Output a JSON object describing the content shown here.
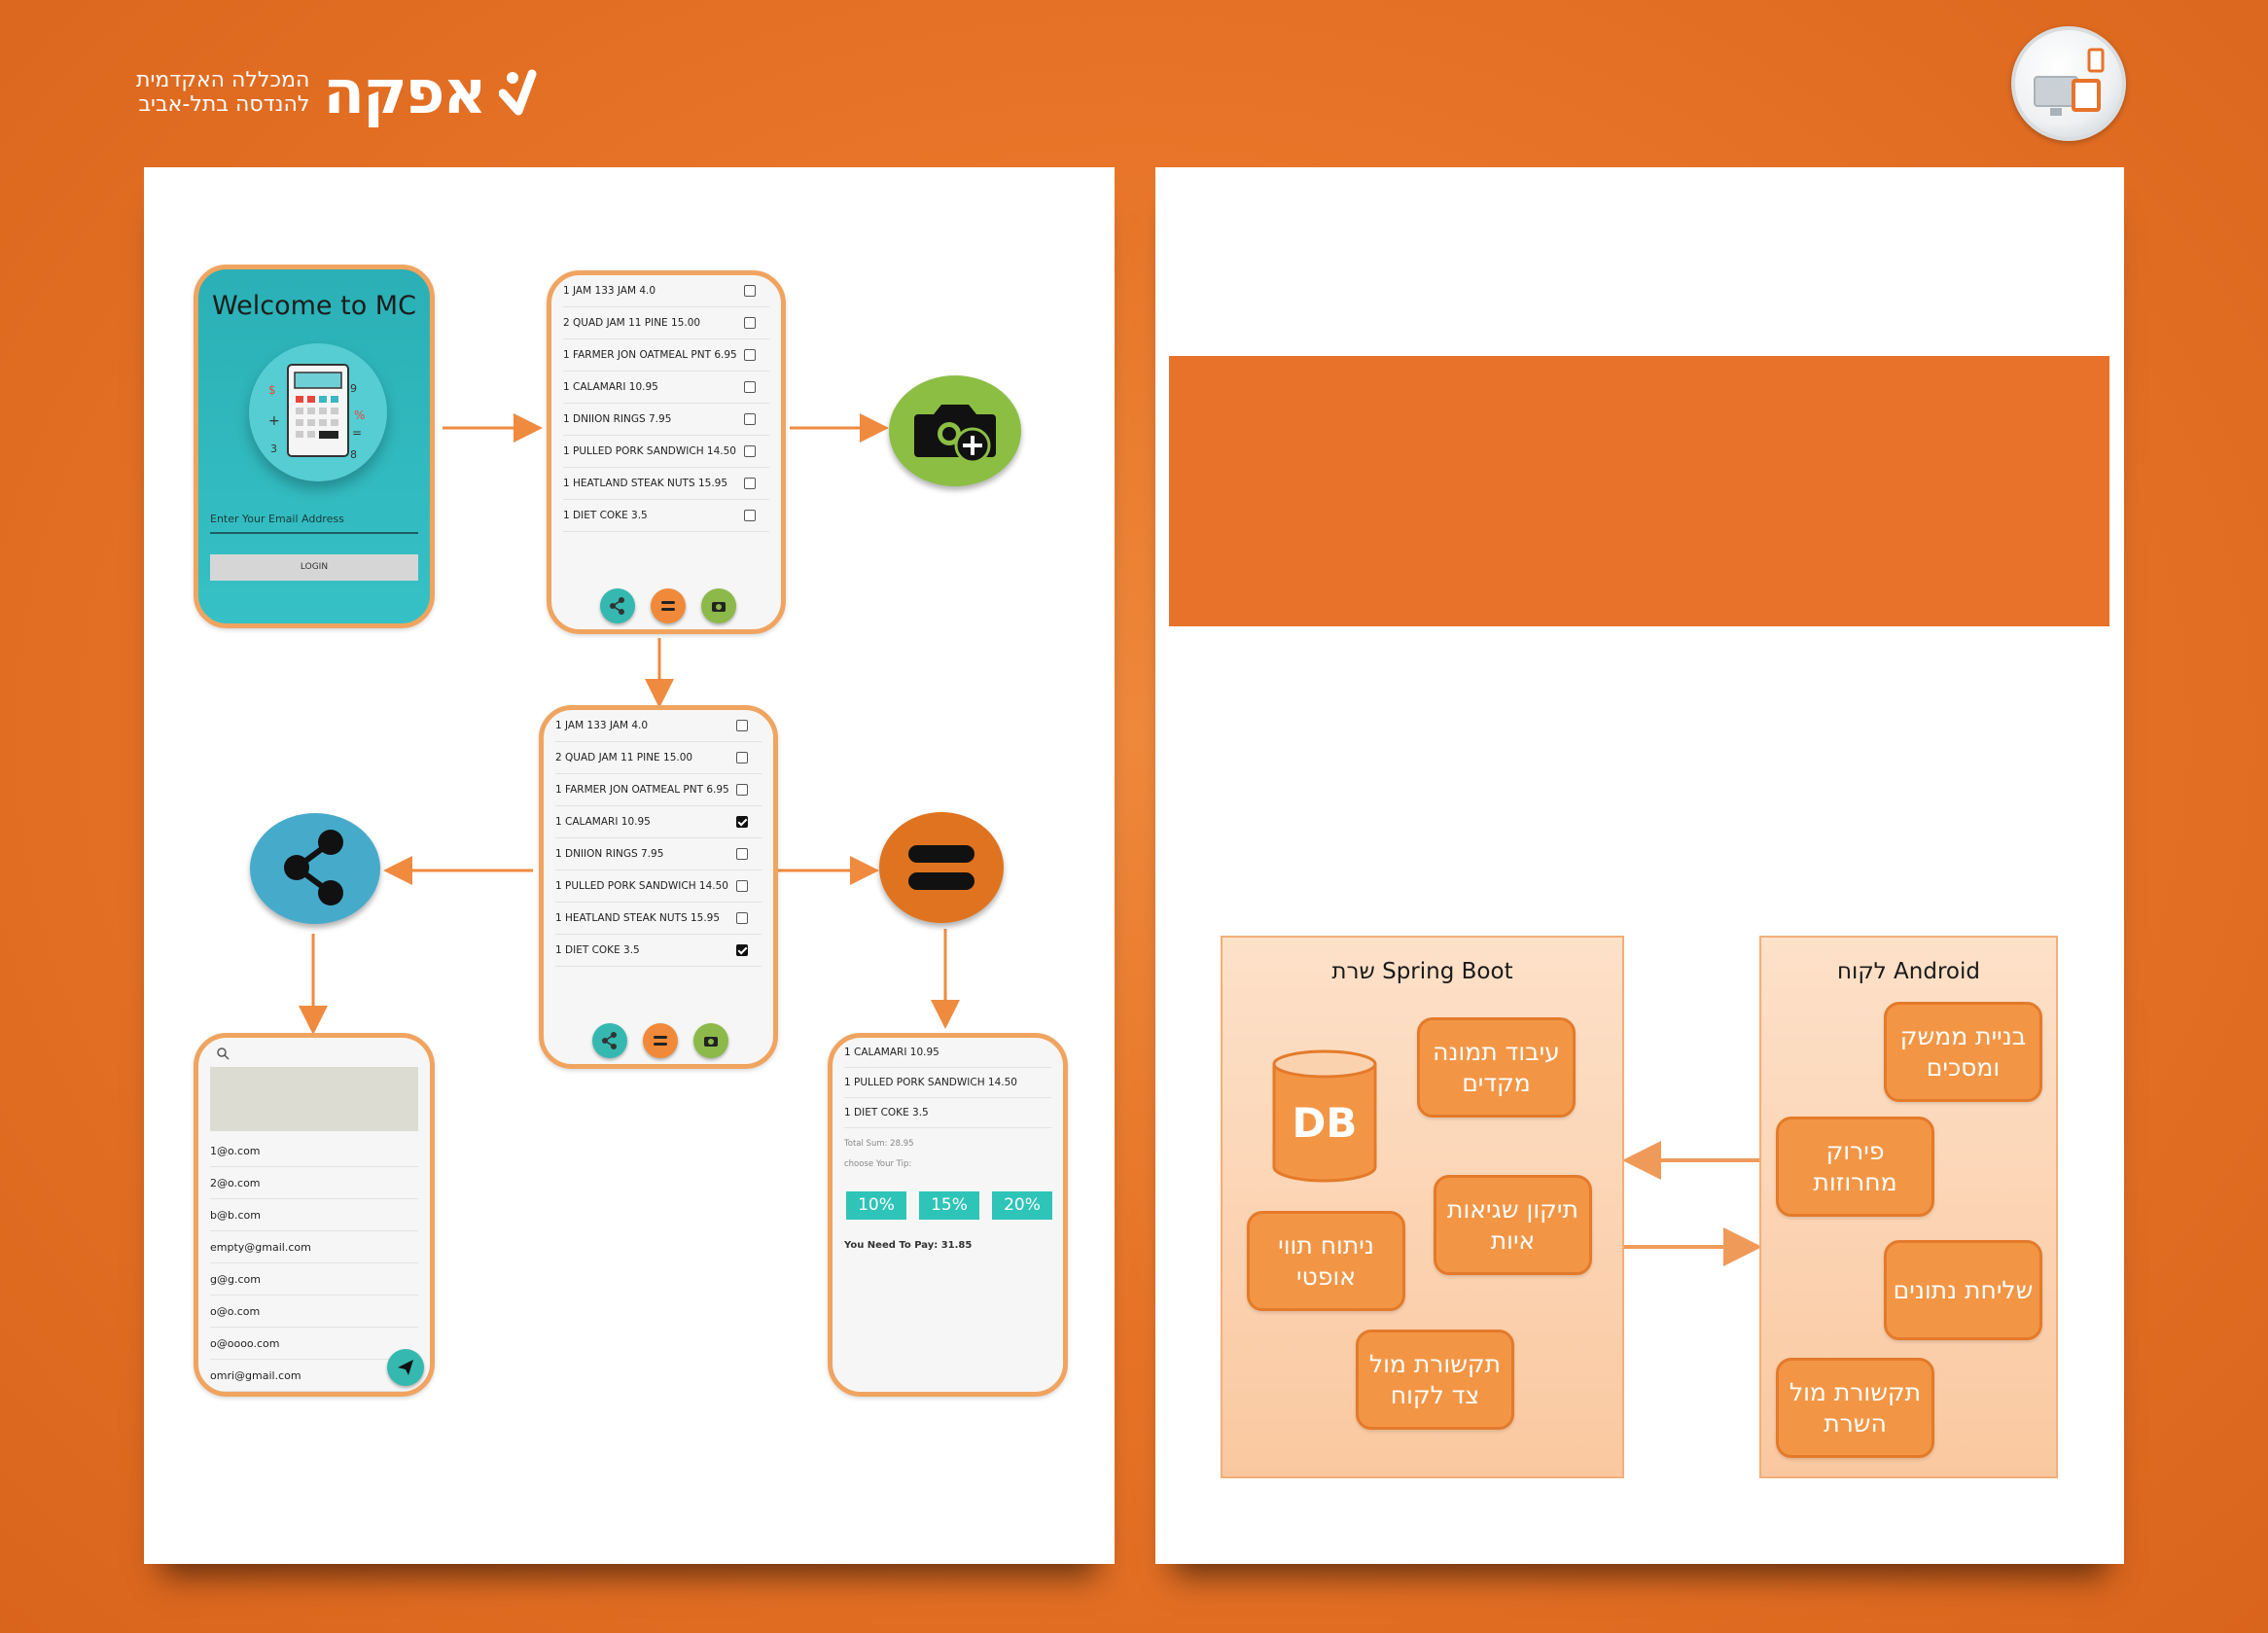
{
  "header": {
    "logo_wordmark": "אפקה",
    "logo_subtitle_line1": "המכללה האקדמית",
    "logo_subtitle_line2": "להנדסה בתל-אביב"
  },
  "colors": {
    "background": "#e87529",
    "accent_orange": "#f29646",
    "teal": "#35b8b0",
    "green": "#8cb94a"
  },
  "login_screen": {
    "title": "Welcome to MC",
    "email_placeholder": "Enter  Your Email Address",
    "login_button": "LOGIN"
  },
  "receipt_items": [
    {
      "text": "1 JAM 133 JAM  4.0"
    },
    {
      "text": "2 QUAD JAM 11 PINE 15.00"
    },
    {
      "text": "1 FARMER JON OATMEAL PNT  6.95"
    },
    {
      "text": "1 CALAMARI  10.95"
    },
    {
      "text": "1 DNIION RINGS 7.95"
    },
    {
      "text": "1 PULLED PORK SANDWICH 14.50"
    },
    {
      "text": "1 HEATLAND STEAK NUTS 15.95"
    },
    {
      "text": "1 DIET COKE  3.5"
    }
  ],
  "selected_items": [
    false,
    false,
    false,
    true,
    false,
    false,
    false,
    true
  ],
  "share_screen": {
    "emails": [
      "1@o.com",
      "2@o.com",
      "b@b.com",
      "empty@gmail.com",
      "g@g.com",
      "o@o.com",
      "o@oooo.com",
      "omri@gmail.com"
    ]
  },
  "result_screen": {
    "items": [
      "1 CALAMARI  10.95",
      "1 PULLED PORK SANDWICH 14.50",
      "1 DIET COKE  3.5"
    ],
    "total_sum": "Total Sum: 28.95",
    "choose_tip": "choose Your Tip:",
    "tips": [
      "10%",
      "15%",
      "20%"
    ],
    "you_need_to_pay": "You Need To Pay: 31.85"
  },
  "architecture": {
    "server": {
      "title": "Spring Boot  שרת",
      "db_label": "DB",
      "modules": [
        "עיבוד תמונה מקדים",
        "תיקון שגיאות איות",
        "ניתוח תווי אופטי",
        "תקשורת מול צד לקוח"
      ]
    },
    "client": {
      "title": "Android לקוח",
      "modules": [
        "בניית ממשק ומסכים",
        "פירוק מחרוזות",
        "שליחת נתונים",
        "תקשורת מול השרת"
      ]
    }
  }
}
